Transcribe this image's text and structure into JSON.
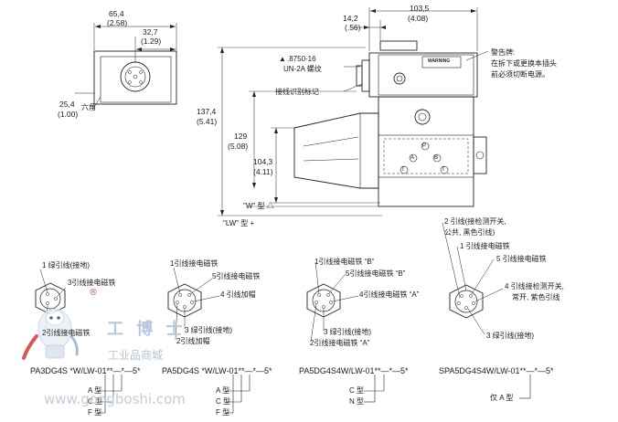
{
  "dimensions": {
    "w65": "65,4",
    "w65in": "(2.58)",
    "w32": "32,7",
    "w32in": "(1.29)",
    "d25": "25,4",
    "d25in": "(1.00)",
    "hex": "六角",
    "d14": "14,2",
    "d14in": "(.56)",
    "d103": "103,5",
    "d103in": "(4.08)",
    "d137": "137,4",
    "d137in": "(5.41)",
    "d129": "129",
    "d129in": "(5.08)",
    "d104": "104,3",
    "d104in": "(4.11)",
    "thread1": ".8750-16",
    "thread2": "UN-2A 螺纹",
    "wiring_mark": "接线识别标记",
    "warn1": "警告牌:",
    "warn2": "在拆下或更换本插头",
    "warn3": "前必须切断电源。",
    "warning_plate": "WARNING",
    "w_type": "\"W\" 型 △",
    "lw_type": "\"LW\" 型 +"
  },
  "connectors": {
    "c1": {
      "l1": "1 绿引线(接地)",
      "l2": "3引线接电磁铁",
      "l3": "2引线接电磁铁",
      "model": "PA3DG4S *W/LW-01**—*—5*"
    },
    "c2": {
      "l1": "1引线接电磁铁",
      "l2": "5引线接电磁铁",
      "l3": "4 引线加帽",
      "l4": "3 绿引线(接地)",
      "l5": "2引线加帽",
      "model": "PA5DG4S *W/LW-01**—*—5*"
    },
    "c3": {
      "l1": "1引线接电磁铁 “B”",
      "l2": "5引线接电磁铁 “B”",
      "l3": "4引线接电磁铁 “A”",
      "l4": "3 绿引线(接地)",
      "l5": "2引线接电磁铁 “A”",
      "model": "PA5DG4S4W/LW-01**—*—5*"
    },
    "c4": {
      "l1a": "2 引线(接检测开关,",
      "l1b": "公共, 黑色引线)",
      "l2": "1 引线接电磁铁",
      "l3": "5 引线接电磁铁",
      "l4a": "4 引线接检测开关,",
      "l4b": "常开, 紫色引线",
      "l5": "3 绿引线(接地)",
      "model": "SPA5DG4S4W/LW-01**—*—5*"
    }
  },
  "types": {
    "c1": [
      "A 型",
      "C 型",
      "F 型"
    ],
    "c2": [
      "A 型",
      "C 型",
      "F 型"
    ],
    "c3": [
      "C 型",
      "N 型"
    ],
    "c4": [
      "仅 A 型"
    ]
  },
  "pin_letters": {
    "a": "A",
    "b": "B",
    "t": "T",
    "p": "P"
  },
  "watermark": {
    "logo_text": "工 博 士",
    "sub": "工业品商城",
    "url": "www.gongboshi.com",
    "reg": "®"
  }
}
